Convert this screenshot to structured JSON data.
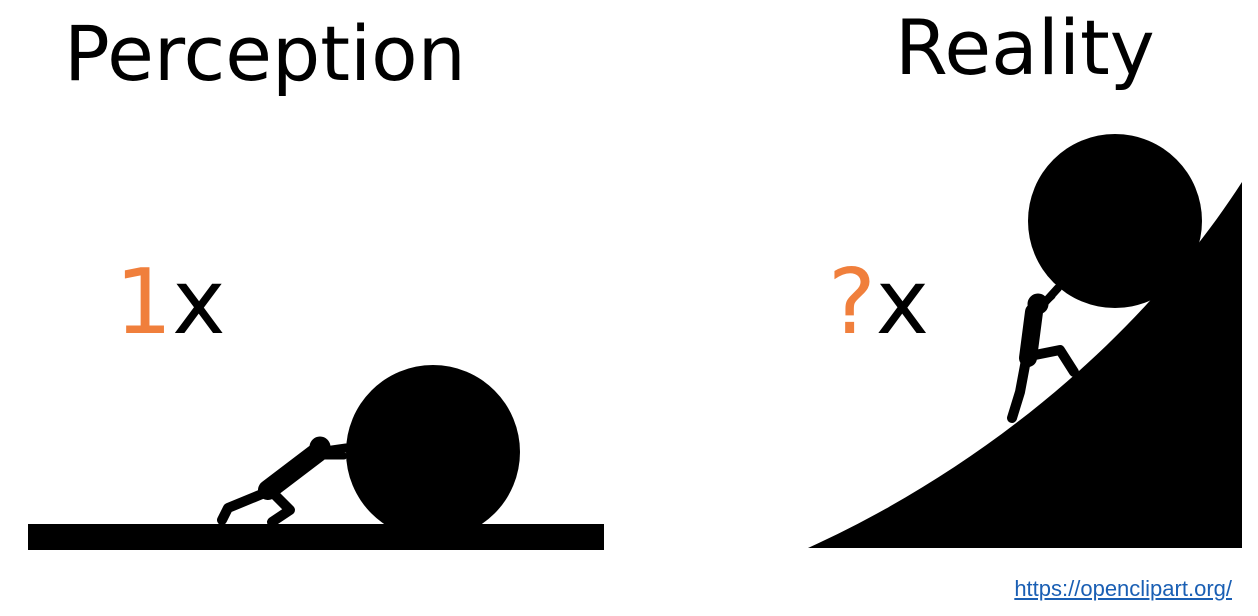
{
  "titles": {
    "left": "Perception",
    "right": "Reality"
  },
  "multipliers": {
    "left": {
      "number": "1",
      "suffix": "x"
    },
    "right": {
      "number": "?",
      "suffix": "x"
    }
  },
  "credit": {
    "text": "https://openclipart.org/"
  },
  "colors": {
    "accent": "#F07F3C",
    "ink": "#000000",
    "link": "#1a5fb4"
  },
  "illustrations": {
    "left": "person-pushing-boulder-on-flat-ground",
    "right": "person-pushing-boulder-up-steep-slope"
  }
}
